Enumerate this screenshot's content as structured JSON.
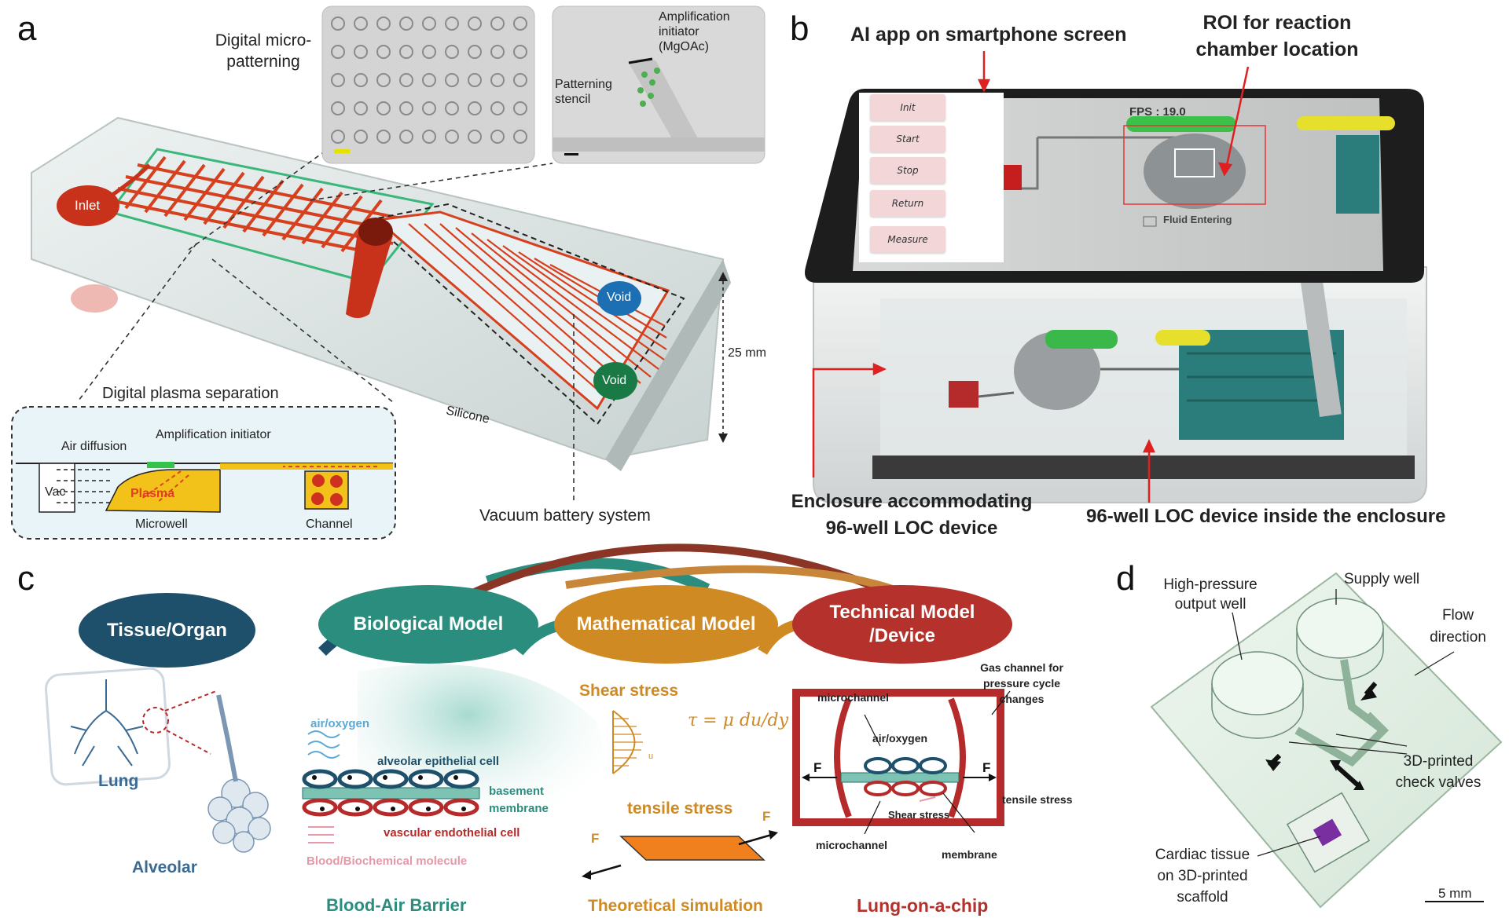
{
  "panel_letters": {
    "a": "a",
    "b": "b",
    "c": "c",
    "d": "d"
  },
  "panel_a": {
    "digital_micro_patterning": [
      "Digital micro-",
      "patterning"
    ],
    "amplification_initiator_top": [
      "Amplification",
      "initiator",
      "(MgOAc)"
    ],
    "patterning_stencil": [
      "Patterning",
      "stencil"
    ],
    "inlet": "Inlet",
    "void_1": "Void",
    "void_2": "Void",
    "size": "25 mm",
    "silicone": "Silicone",
    "digital_plasma_separation": "Digital plasma separation",
    "air_diffusion": "Air diffusion",
    "amplification_initiator": "Amplification initiator",
    "vac": "Vac",
    "plasma": "Plasma",
    "microwell": "Microwell",
    "channel": "Channel",
    "vacuum_battery_system": "Vacuum battery system"
  },
  "panel_b": {
    "ai_app": "AI app on smartphone screen",
    "roi": [
      "ROI for reaction",
      "chamber location"
    ],
    "fps": "FPS : 19.0",
    "fluid_entering": "Fluid Entering",
    "app_buttons": [
      "Init",
      "Start",
      "Stop",
      "Return",
      "Measure"
    ],
    "enclosure": [
      "Enclosure accommodating",
      "96-well LOC device"
    ],
    "loc_inside": "96-well LOC device inside the enclosure"
  },
  "panel_c": {
    "stages": [
      "Tissue/Organ",
      "Biological Model",
      "Mathematical Model",
      "Technical Model\n/Device"
    ],
    "lung": "Lung",
    "alveolar": "Alveolar",
    "air_oxygen": "air/oxygen",
    "alveolar_epithelial": "alveolar epithelial cell",
    "basement_membrane": [
      "basement",
      "membrane"
    ],
    "vascular_endothelial": "vascular endothelial cell",
    "blood_biochemical": "Blood/Biochemical molecule",
    "blood_air_barrier": "Blood-Air Barrier",
    "shear_stress": "Shear stress",
    "equation": "τ = μ du/dy",
    "u": "u",
    "tensile_stress": "tensile stress",
    "F": "F",
    "theoretical_simulation": "Theoretical simulation",
    "microchannel_top": "microchannel",
    "gas_channel": [
      "Gas channel for",
      "pressure cycle",
      "changes"
    ],
    "chip_air_oxygen": "air/oxygen",
    "chip_tensile": "tensile stress",
    "chip_shear": "Shear stress",
    "microchannel_bottom": "microchannel",
    "membrane": "membrane",
    "lung_on_chip": "Lung-on-a-chip"
  },
  "panel_d": {
    "high_pressure": [
      "High-pressure",
      "output well"
    ],
    "supply_well": "Supply well",
    "flow_direction": [
      "Flow",
      "direction"
    ],
    "check_valves": [
      "3D-printed",
      "check valves"
    ],
    "cardiac": [
      "Cardiac tissue",
      "on 3D-printed",
      "scaffold"
    ],
    "scale": "5 mm"
  },
  "colors": {
    "tissue": "#1e4f6b",
    "bio": "#2b8d7e",
    "math": "#d08a24",
    "tech": "#b4322b",
    "chip_red": "#d6401e",
    "plasma_yellow": "#f2c21a",
    "alert_red": "#e02020"
  }
}
